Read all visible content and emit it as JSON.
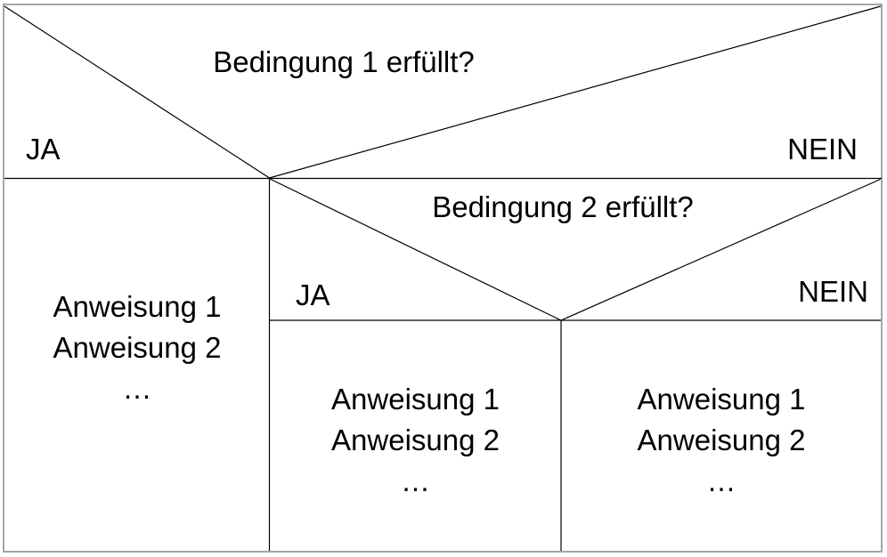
{
  "colors": {
    "line": "#000000",
    "border": "#a6a6a6",
    "background": "#ffffff",
    "text": "#000000"
  },
  "condition1": {
    "question": "Bedingung 1 erfüllt?",
    "yes": "JA",
    "no": "NEIN"
  },
  "condition2": {
    "question": "Bedingung 2 erfüllt?",
    "yes": "JA",
    "no": "NEIN"
  },
  "branch1_yes": {
    "lines": [
      "Anweisung 1",
      "Anweisung 2",
      "…"
    ]
  },
  "branch2_yes": {
    "lines": [
      "Anweisung 1",
      "Anweisung 2",
      "…"
    ]
  },
  "branch2_no": {
    "lines": [
      "Anweisung 1",
      "Anweisung 2",
      "…"
    ]
  }
}
